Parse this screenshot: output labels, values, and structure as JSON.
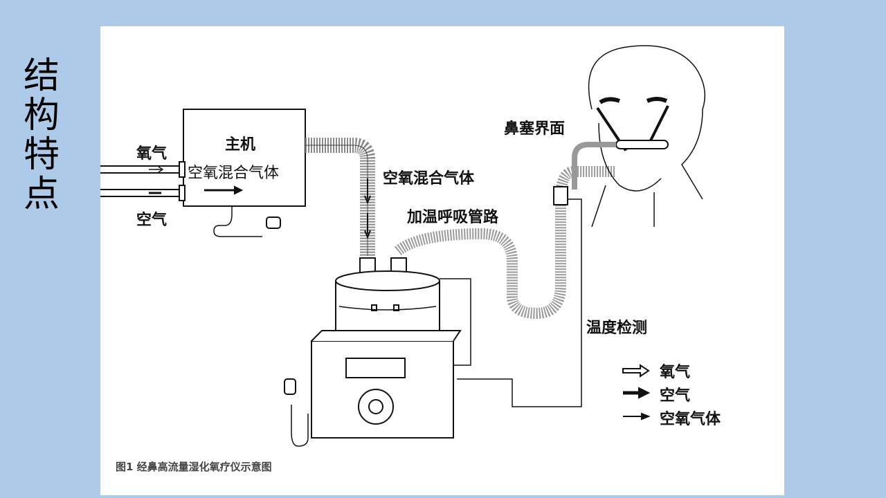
{
  "slide_title": [
    "结",
    "构",
    "特",
    "点"
  ],
  "diagram": {
    "labels": {
      "host_line1": "主机",
      "host_line2": "空氧混合气体",
      "oxygen_in": "氧气",
      "air_in": "空气",
      "mixed_gas": "空氧混合气体",
      "heated_tube": "加温呼吸管路",
      "nasal_interface": "鼻塞界面",
      "temp_detect": "温度检测"
    },
    "legend": [
      {
        "icon": "hollow-arrow-icon",
        "label": "氧气"
      },
      {
        "icon": "bold-arrow-icon",
        "label": "空气"
      },
      {
        "icon": "thin-arrow-icon",
        "label": "空氧气体"
      }
    ],
    "caption": "图1 经鼻高流量湿化氧疗仪示意图"
  }
}
